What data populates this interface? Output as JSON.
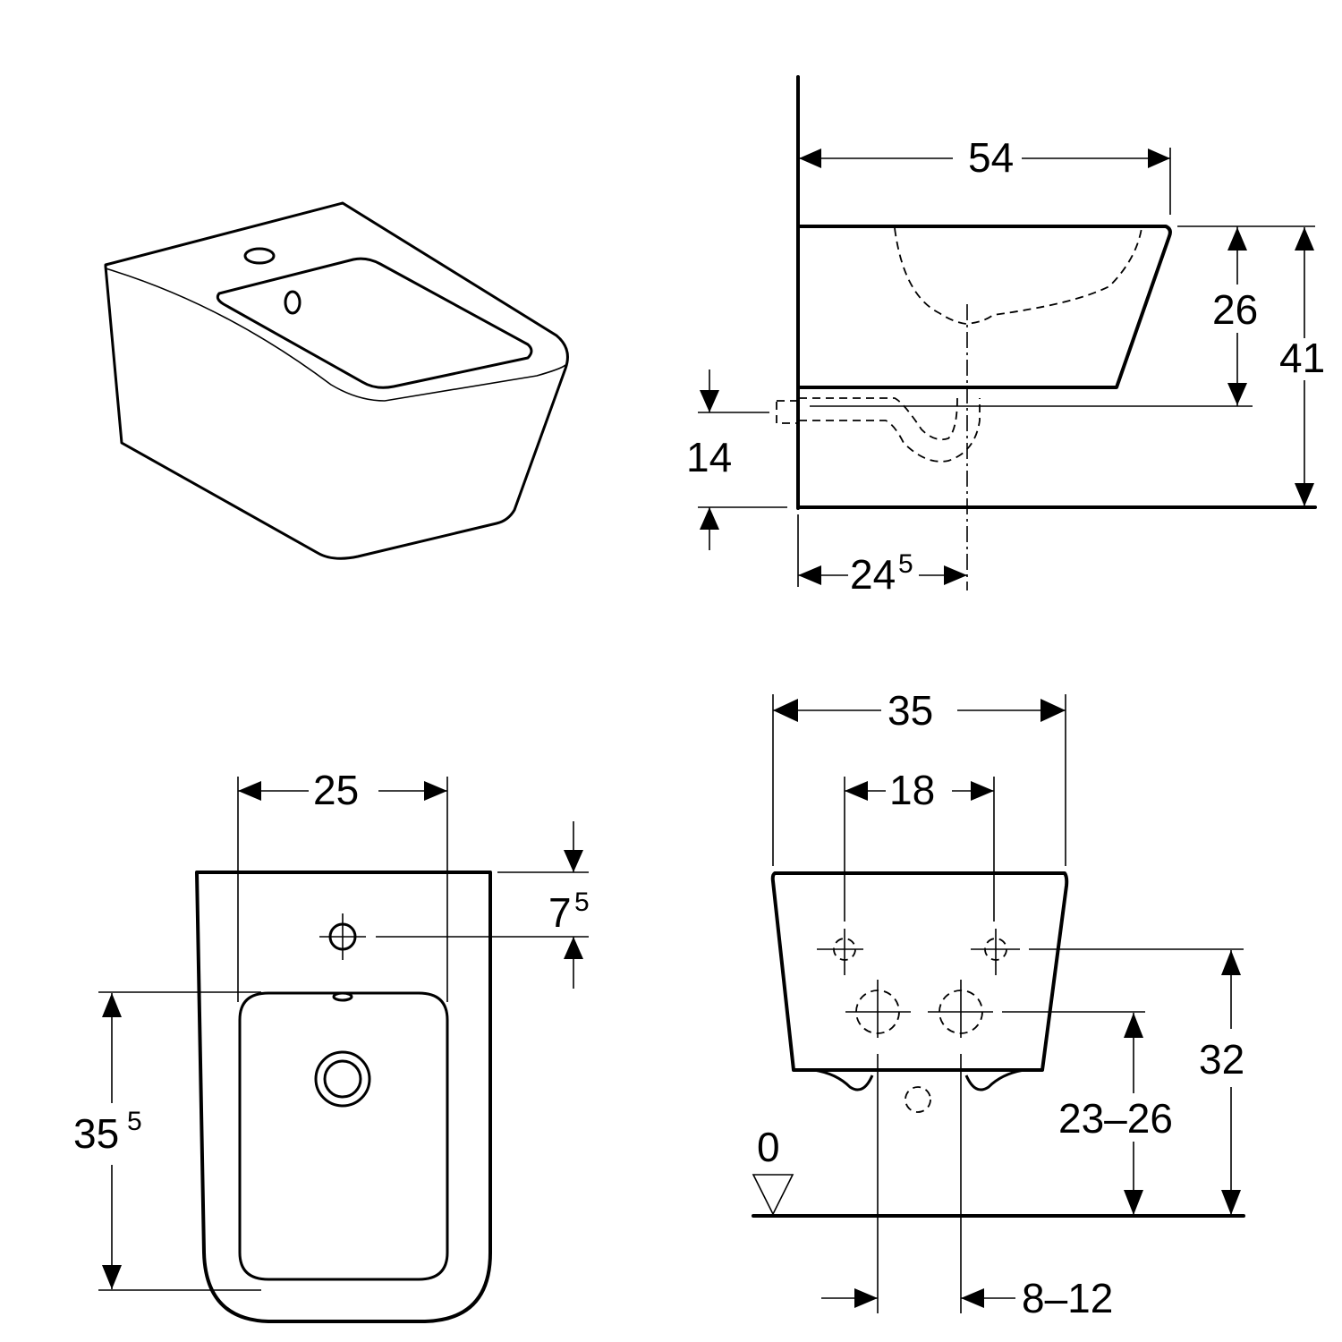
{
  "drawing": {
    "subject": "wall-hung bidet technical drawing",
    "units": "cm",
    "views": {
      "perspective": {
        "label": ""
      },
      "side": {
        "overall_depth": "54",
        "bowl_height": "26",
        "overall_height": "41",
        "outlet_height": "14",
        "outlet_distance_main": "24",
        "outlet_distance_sup": "5"
      },
      "top": {
        "tap_hole_span": "25",
        "tap_hole_offset_main": "7",
        "tap_hole_offset_sup": "5",
        "bowl_length_main": "35",
        "bowl_length_sup": "5"
      },
      "rear": {
        "overall_width": "35",
        "fixing_spacing": "18",
        "fixing_height": "32",
        "supply_height_range": "23–26",
        "floor_level": "0",
        "supply_spacing_range": "8–12"
      }
    }
  }
}
